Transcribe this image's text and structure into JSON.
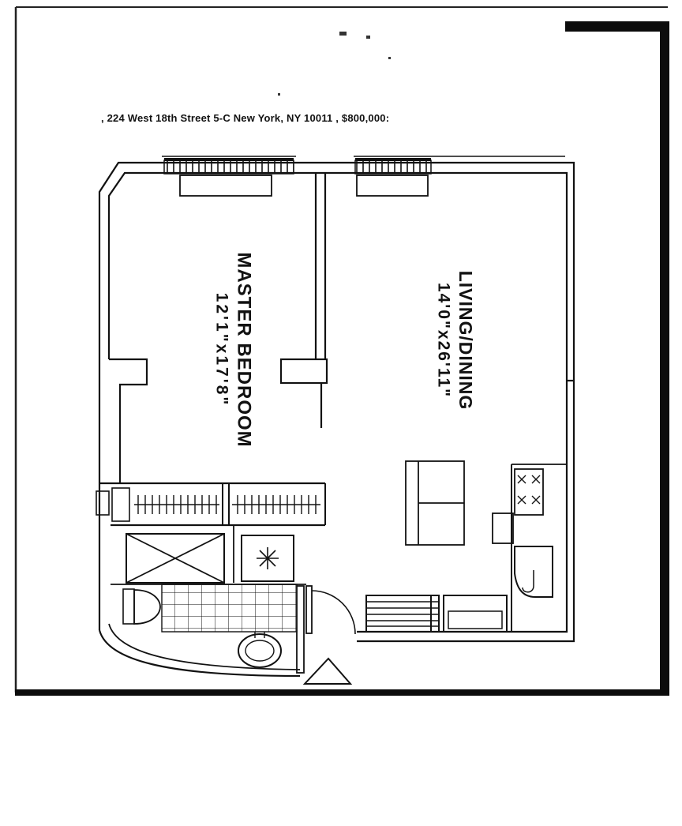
{
  "page": {
    "header_line": ", 224 West 18th Street 5-C New York, NY 10011 , $800,000:"
  },
  "floorplan": {
    "rooms": [
      {
        "name": "MASTER BEDROOM",
        "dimensions": "12'1\"x17'8\""
      },
      {
        "name": "LIVING/DINING",
        "dimensions": "14'0\"x26'11\""
      }
    ],
    "symbols": [
      "bedroom-window",
      "living-window",
      "closet-rods",
      "shower",
      "light-fixture-star",
      "toilet",
      "bathroom-sink",
      "floor-tiles",
      "entry-door-swing",
      "triangle-marker",
      "shelf-unit",
      "cabinet",
      "stove-burners",
      "kitchen-sink",
      "sofa"
    ],
    "line_color": "#121212",
    "paper_color": "#ffffff"
  }
}
